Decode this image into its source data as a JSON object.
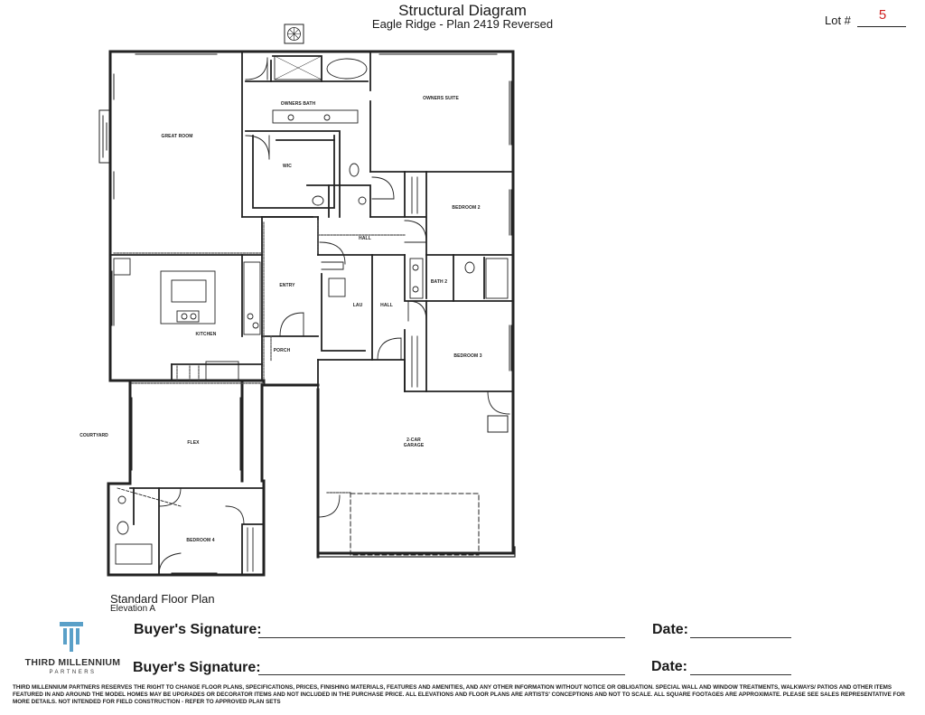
{
  "header": {
    "title": "Structural Diagram",
    "subtitle": "Eagle Ridge - Plan 2419 Reversed",
    "lot_label": "Lot #",
    "lot_value": "5"
  },
  "rooms": {
    "great_room": "GREAT ROOM",
    "owners_bath": "OWNERS BATH",
    "owners_suite": "OWNERS SUITE",
    "wic": "WIC",
    "hall_upper": "HALL",
    "bedroom2": "BEDROOM 2",
    "bath2": "BATH 2",
    "entry": "ENTRY",
    "lau": "LAU",
    "hall_lower": "HALL",
    "kitchen": "KITCHEN",
    "porch": "PORCH",
    "bedroom3": "BEDROOM 3",
    "courtyard": "COURTYARD",
    "flex": "FLEX",
    "garage_line1": "2-CAR",
    "garage_line2": "GARAGE",
    "bedroom4": "BEDROOM 4"
  },
  "plan_info": {
    "name": "Standard Floor Plan",
    "elevation": "Elevation A"
  },
  "signatures": [
    {
      "label": "Buyer's Signature:",
      "date_label": "Date:"
    },
    {
      "label": "Buyer's Signature:",
      "date_label": "Date:"
    }
  ],
  "brand": {
    "name": "THIRD MILLENNIUM",
    "sub": "PARTNERS",
    "color": "#5aa0c8"
  },
  "disclaimer": "THIRD MILLENNIUM PARTNERS RESERVES THE RIGHT TO CHANGE FLOOR PLANS, SPECIFICATIONS, PRICES, FINISHING MATERIALS, FEATURES AND AMENITIES, AND ANY OTHER INFORMATION WITHOUT NOTICE OR OBLIGATION. SPECIAL WALL AND WINDOW TREATMENTS, WALKWAYS/ PATIOS AND OTHER ITEMS FEATURED IN AND AROUND THE MODEL HOMES MAY BE UPGRADES OR DECORATOR ITEMS AND NOT INCLUDED IN THE PURCHASE PRICE. ALL ELEVATIONS AND FLOOR PLANS ARE ARTISTS' CONCEPTIONS AND NOT TO SCALE. ALL SQUARE FOOTAGES ARE APPROXIMATE. PLEASE SEE SALES REPRESENTATIVE FOR MORE DETAILS. NOT INTENDED FOR FIELD CONSTRUCTION - REFER TO APPROVED PLAN SETS"
}
